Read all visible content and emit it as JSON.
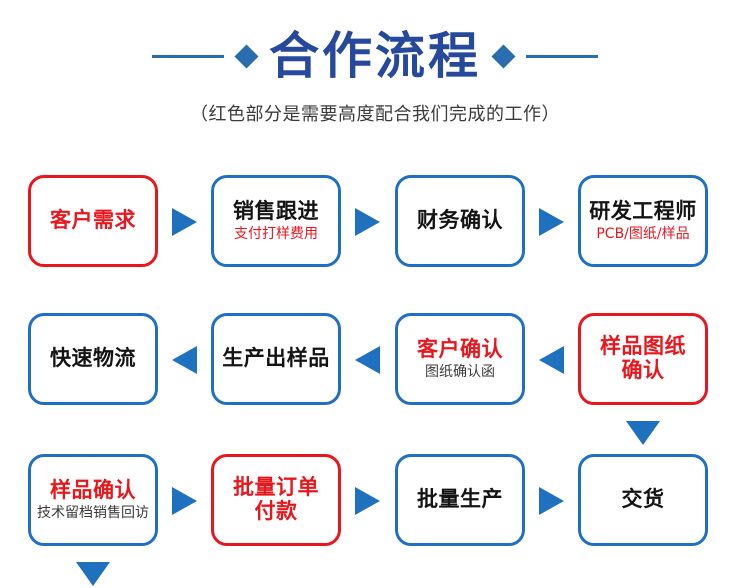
{
  "header": {
    "title": "合作流程",
    "subtitle": "（红色部分是需要高度配合我们完成的工作）",
    "decor_left_icon": "horizontal-rule",
    "decor_diamond_icon": "diamond",
    "title_color": "#27499b",
    "decor_color": "#2a6cb0"
  },
  "colors": {
    "accent_blue": "#1f6fc4",
    "arrow_blue": "#2070c0",
    "highlight_red": "#e8171e",
    "text_black": "#141414",
    "background": "#ffffff"
  },
  "flow": {
    "rows": [
      {
        "id": "row-1",
        "direction": "left-to-right",
        "nodes": [
          {
            "main": "客户需求",
            "sub": "",
            "border": "red",
            "main_color": "red",
            "sub_color": ""
          },
          {
            "main": "销售跟进",
            "sub": "支付打样费用",
            "border": "blue",
            "main_color": "black",
            "sub_color": "red"
          },
          {
            "main": "财务确认",
            "sub": "",
            "border": "blue",
            "main_color": "black",
            "sub_color": ""
          },
          {
            "main": "研发工程师",
            "sub": "PCB/图纸/样品",
            "border": "blue",
            "main_color": "black",
            "sub_color": "red"
          }
        ],
        "arrows": [
          "right",
          "right",
          "right"
        ]
      },
      {
        "id": "row-2",
        "direction": "right-to-left",
        "nodes": [
          {
            "main": "快速物流",
            "sub": "",
            "border": "blue",
            "main_color": "black",
            "sub_color": ""
          },
          {
            "main": "生产出样品",
            "sub": "",
            "border": "blue",
            "main_color": "black",
            "sub_color": ""
          },
          {
            "main": "客户确认",
            "sub": "图纸确认函",
            "border": "blue",
            "main_color": "red",
            "sub_color": "black"
          },
          {
            "main": "样品图纸\n确认",
            "sub": "",
            "border": "red",
            "main_color": "red",
            "sub_color": ""
          }
        ],
        "arrows": [
          "left",
          "left",
          "left"
        ]
      },
      {
        "id": "row-3",
        "direction": "left-to-right",
        "nodes": [
          {
            "main": "样品确认",
            "sub": "技术留档销售回访",
            "border": "blue",
            "main_color": "red",
            "sub_color": "black"
          },
          {
            "main": "批量订单\n付款",
            "sub": "",
            "border": "red",
            "main_color": "red",
            "sub_color": ""
          },
          {
            "main": "批量生产",
            "sub": "",
            "border": "blue",
            "main_color": "black",
            "sub_color": ""
          },
          {
            "main": "交货",
            "sub": "",
            "border": "blue",
            "main_color": "black",
            "sub_color": ""
          }
        ],
        "arrows": [
          "right",
          "right",
          "right"
        ]
      }
    ],
    "connectors": [
      {
        "name": "arrow-down-right",
        "icon": "arrow-down-icon",
        "from": "研发工程师",
        "to": "样品图纸确认"
      },
      {
        "name": "arrow-down-left",
        "icon": "arrow-down-icon",
        "from": "快速物流",
        "to": "样品确认"
      }
    ]
  }
}
